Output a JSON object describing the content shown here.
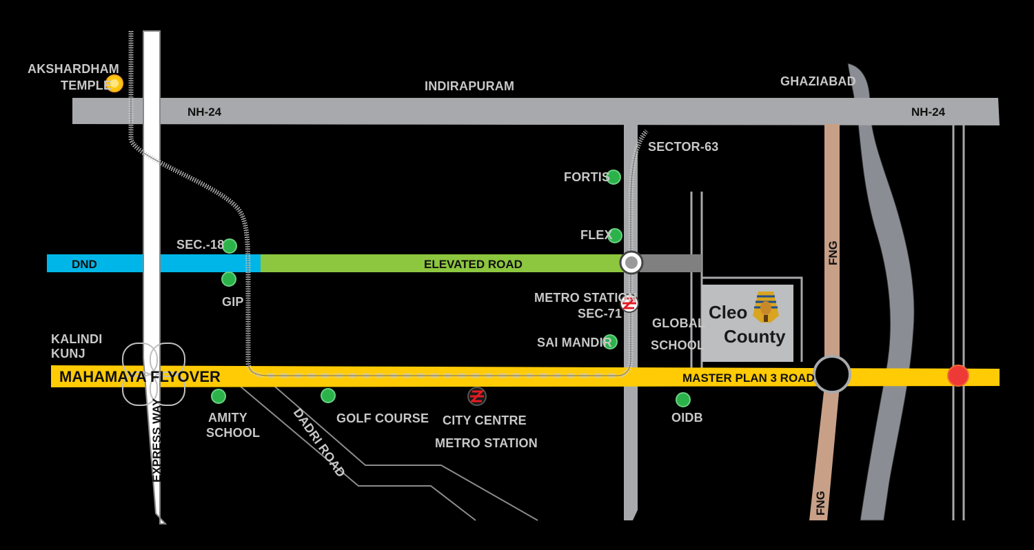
{
  "roads": {
    "nh24_left": "NH-24",
    "nh24_right": "NH-24",
    "dnd": "DND",
    "elevated_road": "ELEVATED ROAD",
    "mahamaya_flyover": "MAHAMAYA FLYOVER",
    "master_plan_3_road": "MASTER PLAN 3 ROAD",
    "expressway": "EXPRESS WAY",
    "dadri_road": "DADRI ROAD",
    "fng_upper": "FNG",
    "fng_lower": "FNG"
  },
  "areas": {
    "indirapuram": "INDIRAPURAM",
    "ghaziabad": "GHAZIABAD",
    "sector_63": "SECTOR-63",
    "kalindi_kunj_line1": "KALINDI",
    "kalindi_kunj_line2": "KUNJ"
  },
  "landmarks": {
    "akshardham_line1": "AKSHARDHAM",
    "akshardham_line2": "TEMPLE",
    "fortis": "FORTIS",
    "flex": "FLEX",
    "sec18": "SEC.-18",
    "gip": "GIP",
    "metro_sec71_line1": "METRO STATION",
    "metro_sec71_line2": "SEC-71",
    "global_school_line1": "GLOBAL",
    "global_school_line2": "SCHOOL",
    "sai_mandir": "SAI MANDIR",
    "amity_line1": "AMITY",
    "amity_line2": "SCHOOL",
    "golf_course": "GOLF COURSE",
    "city_centre_line1": "CITY CENTRE",
    "city_centre_line2": "METRO STATION",
    "oidb": "OIDB"
  },
  "project": {
    "name_line1": "Cleo",
    "name_line2": "County"
  },
  "colors": {
    "background": "#000000",
    "highway": "#a7a9ac",
    "dnd": "#00b6e8",
    "elevated_road": "#8dc63f",
    "master_plan": "#ffcb05",
    "fng": "#c8a088",
    "river": "#8a8e94",
    "landmark_dot": "#2bb34a",
    "temple_dot": "#fdc70f",
    "junction_red": "#ee3a36"
  },
  "icons": {
    "landmark": "green-dot-icon",
    "temple": "yellow-dot-icon",
    "metro": "metro-station-icon",
    "junction": "roundabout-icon",
    "pharaoh": "pharaoh-mask-icon"
  }
}
